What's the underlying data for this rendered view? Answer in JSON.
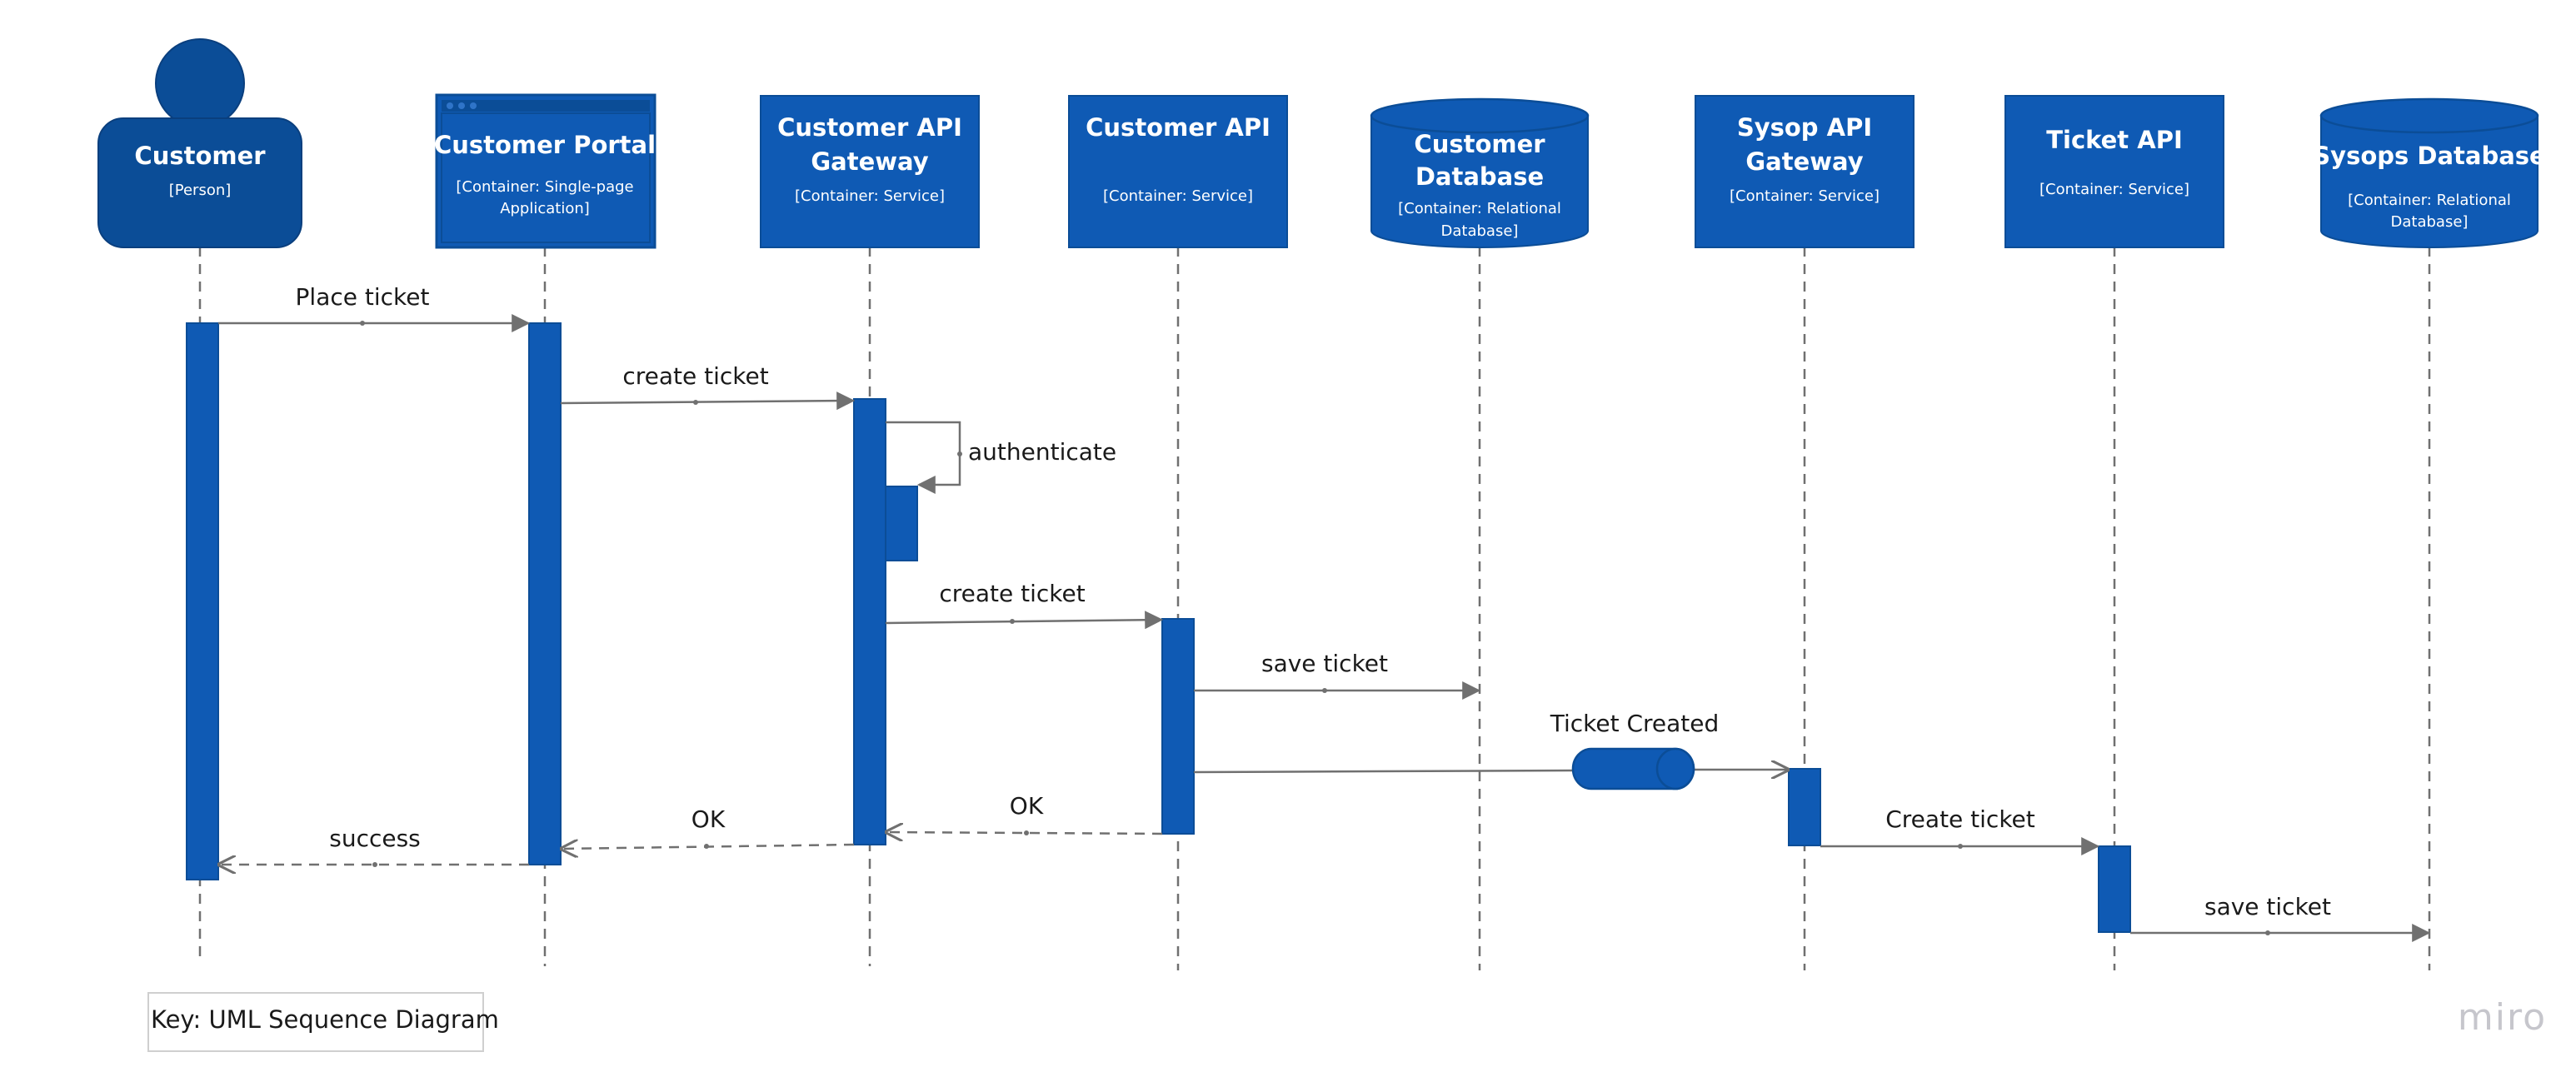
{
  "participants": {
    "customer": {
      "title": "Customer",
      "subtitle": "[Person]"
    },
    "portal": {
      "title": "Customer Portal",
      "subtitle_1": "[Container: Single-page",
      "subtitle_2": "Application]"
    },
    "gateway": {
      "title_1": "Customer API",
      "title_2": "Gateway",
      "subtitle": "[Container: Service]"
    },
    "customer_api": {
      "title": "Customer API",
      "subtitle": "[Container: Service]"
    },
    "customer_db": {
      "title_1": "Customer",
      "title_2": "Database",
      "subtitle_1": "[Container: Relational",
      "subtitle_2": "Database]"
    },
    "sysop_gateway": {
      "title_1": "Sysop API",
      "title_2": "Gateway",
      "subtitle": "[Container: Service]"
    },
    "ticket_api": {
      "title": "Ticket API",
      "subtitle": "[Container: Service]"
    },
    "sysops_db": {
      "title": "Sysops Database",
      "subtitle_1": "[Container: Relational",
      "subtitle_2": "Database]"
    }
  },
  "messages": {
    "place_ticket": "Place ticket",
    "create_ticket_1": "create ticket",
    "authenticate": "authenticate",
    "create_ticket_2": "create ticket",
    "save_ticket_1": "save ticket",
    "ticket_created": "Ticket Created",
    "create_ticket_3": "Create ticket",
    "save_ticket_2": "save ticket",
    "ok_1": "OK",
    "ok_2": "OK",
    "success": "success"
  },
  "legend": {
    "key": "Key: UML Sequence Diagram"
  },
  "brand": {
    "logo": "miro"
  },
  "colors": {
    "box": "#0f5ab4",
    "person": "#0b4d97",
    "arrow": "#707070",
    "lifeline": "#707070"
  }
}
